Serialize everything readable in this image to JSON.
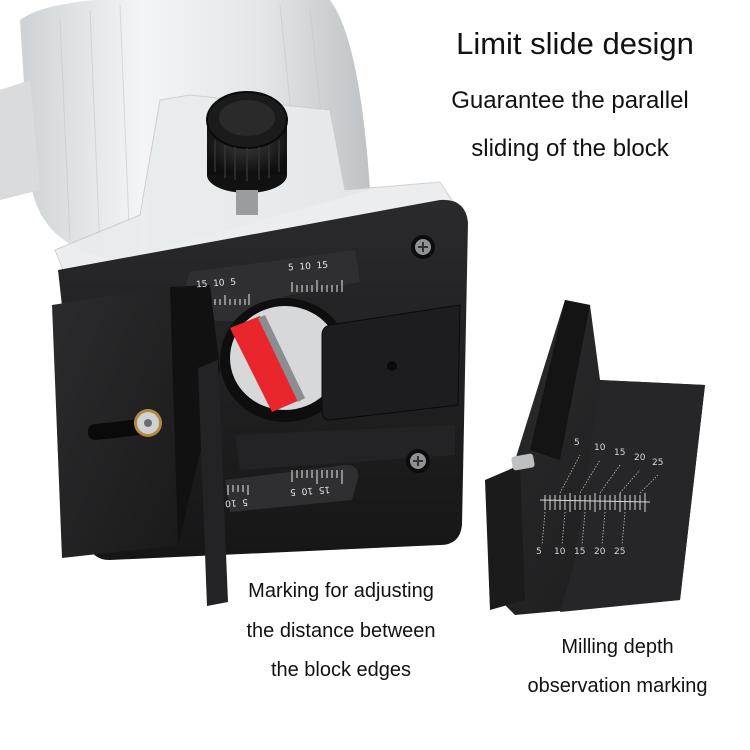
{
  "headline": {
    "title": "Limit slide design",
    "line1": "Guarantee the parallel",
    "line2": "sliding of the block"
  },
  "callout_left": {
    "line1": "Marking for adjusting",
    "line2": "the distance between",
    "line3": "the block edges"
  },
  "callout_right": {
    "line1": "Milling depth",
    "line2": "observation marking"
  },
  "plate_scale_top_left": [
    "15",
    "10",
    "5"
  ],
  "plate_scale_top_right": [
    "5",
    "10",
    "15"
  ],
  "plate_scale_bottom_left": [
    "10",
    "5"
  ],
  "plate_scale_bottom_right": [
    "5",
    "10",
    "15"
  ],
  "depth_block_scale_top": [
    "5",
    "10",
    "15",
    "20",
    "25"
  ],
  "depth_block_scale_bottom": [
    "5",
    "10",
    "15",
    "20",
    "25"
  ],
  "colors": {
    "background": "#ffffff",
    "metal": "#1c1c1e",
    "cutter": "#e8262b",
    "text": "#111111"
  }
}
